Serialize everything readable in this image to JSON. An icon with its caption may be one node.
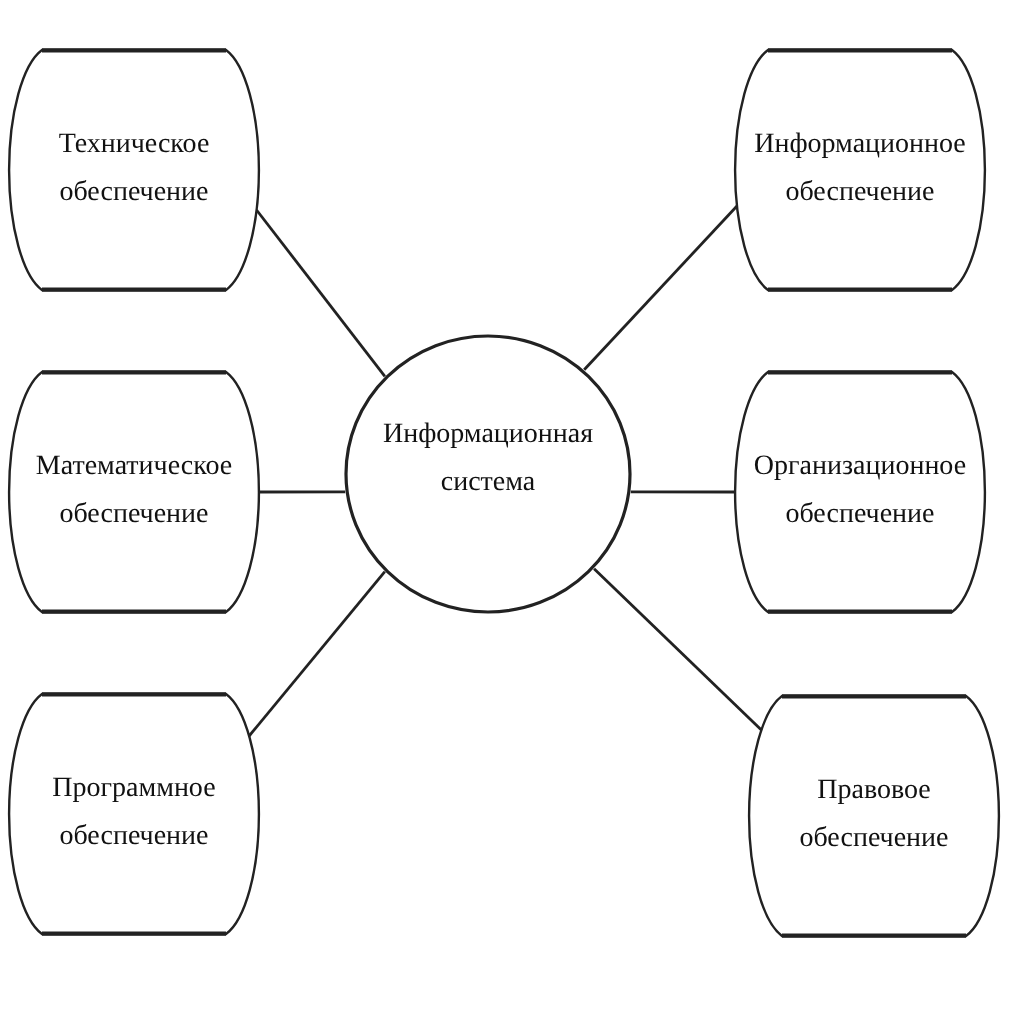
{
  "diagram": {
    "nodes": [
      {
        "text": [
          "Техническое обеспечение"
        ]
      },
      {
        "text": [
          "Информационное обеспечение"
        ]
      },
      {
        "text": [
          "Математическое обеспечение"
        ]
      },
      {
        "text": [
          "Информационная система"
        ]
      },
      {
        "text": [
          "Организационное обеспечение"
        ]
      },
      {
        "text": [
          "Программное обеспечение"
        ]
      },
      {
        "text": [
          "Правовое обеспечение"
        ]
      }
    ],
    "edges": [
      {
        "from": 3,
        "to": 0,
        "arrow": "none"
      },
      {
        "from": 3,
        "to": 1,
        "arrow": "none"
      },
      {
        "from": 3,
        "to": 2,
        "arrow": "none"
      },
      {
        "from": 3,
        "to": 4,
        "arrow": "none"
      },
      {
        "from": 3,
        "to": 5,
        "arrow": "none"
      },
      {
        "from": 3,
        "to": 6,
        "arrow": "none"
      }
    ]
  }
}
